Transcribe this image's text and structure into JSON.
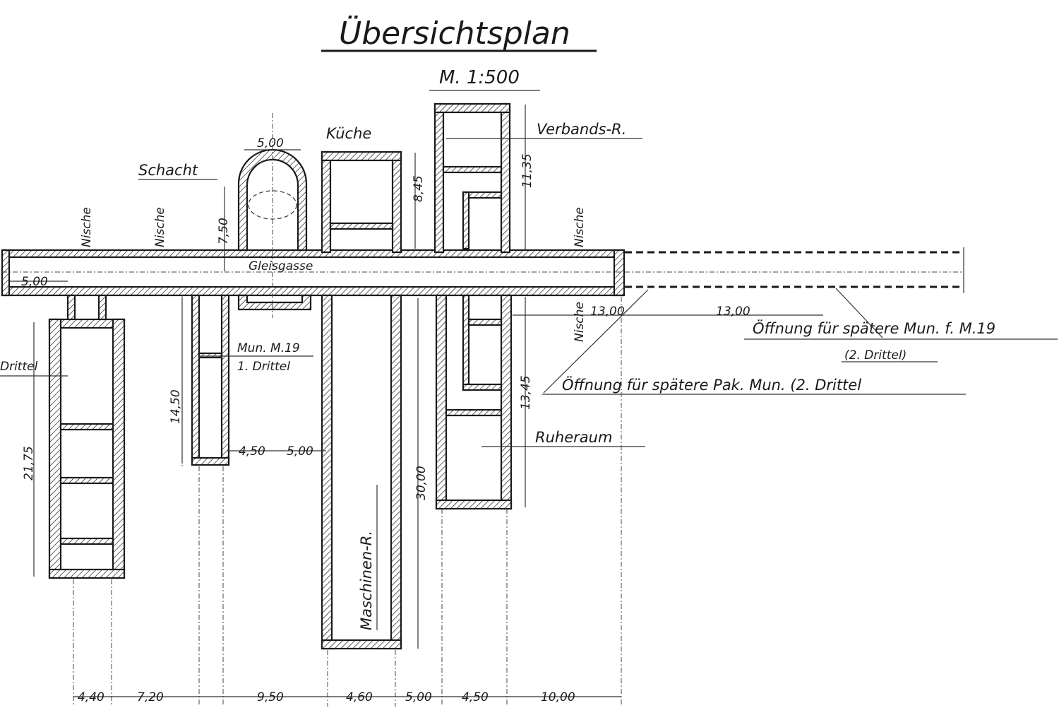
{
  "title": "Übersichtsplan",
  "scale": "M. 1:500",
  "labels": {
    "verbands": "Verbands-R.",
    "kueche": "Küche",
    "schacht": "Schacht",
    "nische_1": "Nische",
    "nische_2": "Nische",
    "nische_3": "Nische",
    "nische_4": "Nische",
    "gleisgasse": "Gleisgasse",
    "mun_m19_a": "Mun. M.19",
    "mun_m19_b": "1. Drittel",
    "drittel_left": "Drittel",
    "maschinen": "Maschinen-R.",
    "ruheraum": "Ruheraum",
    "oeffnung_mun_a": "Öffnung für spätere Mun. f. M.19",
    "oeffnung_mun_b": "(2. Drittel)",
    "oeffnung_pak": "Öffnung für spätere Pak. Mun. (2. Drittel"
  },
  "dimensions": {
    "d_5_00_top": "5,00",
    "d_7_50": "7,50",
    "d_8_45": "8,45",
    "d_11_35": "11,35",
    "d_5_00_left": "5,00",
    "d_13_00_a": "13,00",
    "d_13_00_b": "13,00",
    "d_14_50": "14,50",
    "d_4_50_mid": "4,50",
    "d_5_00_mid": "5,00",
    "d_21_75": "21,75",
    "d_30_00": "30,00",
    "d_13_45": "13,45",
    "b_4_40": "4,40",
    "b_7_20": "7,20",
    "b_9_50": "9,50",
    "b_4_60": "4,60",
    "b_5_00": "5,00",
    "b_4_50": "4,50",
    "b_10_00": "10,00"
  }
}
